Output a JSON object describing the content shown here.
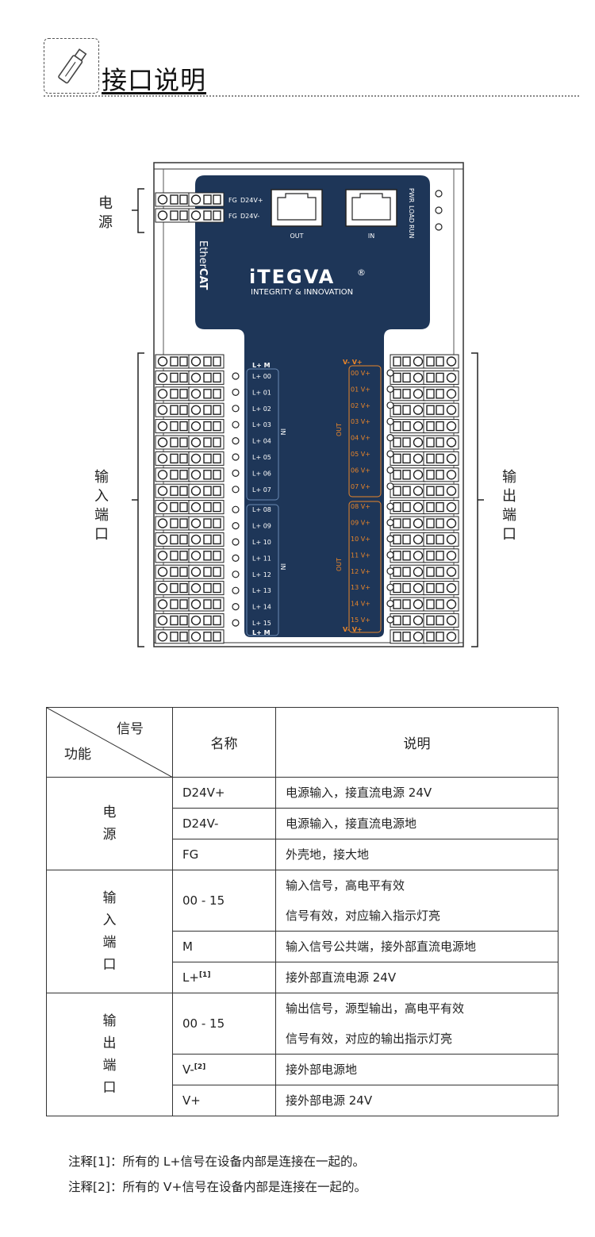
{
  "header": {
    "title": "接口说明"
  },
  "diagram": {
    "side_labels": {
      "power": "电源",
      "input": "输入端口",
      "output": "输出端口"
    },
    "power_terminals": [
      "FG",
      "D24V+",
      "FG",
      "D24V-"
    ],
    "ports": {
      "out": "OUT",
      "in": "IN"
    },
    "leds": [
      "PWR",
      "LOAD",
      "RUN"
    ],
    "bus_text": {
      "prefix": "Ether",
      "suffix": "CAT"
    },
    "brand": {
      "logo": "iTEGVA",
      "reg": "®",
      "tagline": "INTEGRITY & INNOVATION"
    },
    "in_header": "L+  M",
    "in_footer": "L+  M",
    "in_group_label": "IN",
    "in_prefix": "L+",
    "out_header": "V-  V+",
    "out_footer": "V-  V+",
    "out_group_label": "OUT",
    "out_suffix": "V+",
    "channels": [
      "00",
      "01",
      "02",
      "03",
      "04",
      "05",
      "06",
      "07",
      "08",
      "09",
      "10",
      "11",
      "12",
      "13",
      "14",
      "15"
    ]
  },
  "table": {
    "header": {
      "signal": "信号",
      "function": "功能",
      "name": "名称",
      "desc": "说明"
    },
    "groups": [
      {
        "func": "电源",
        "rows": [
          {
            "name": "D24V+",
            "desc": [
              "电源输入，接直流电源 24V"
            ]
          },
          {
            "name": "D24V-",
            "desc": [
              "电源输入，接直流电源地"
            ]
          },
          {
            "name": "FG",
            "desc": [
              "外壳地，接大地"
            ]
          }
        ]
      },
      {
        "func": "输入端口",
        "rows": [
          {
            "name": "00 - 15",
            "desc": [
              "输入信号，高电平有效",
              "信号有效，对应输入指示灯亮"
            ]
          },
          {
            "name": "M",
            "desc": [
              "输入信号公共端，接外部直流电源地"
            ]
          },
          {
            "name": "L+",
            "sup": "[1]",
            "desc": [
              "接外部直流电源 24V"
            ]
          }
        ]
      },
      {
        "func": "输出端口",
        "rows": [
          {
            "name": "00 - 15",
            "desc": [
              "输出信号，源型输出，高电平有效",
              "信号有效，对应的输出指示灯亮"
            ]
          },
          {
            "name": "V-",
            "sup": "[2]",
            "desc": [
              "接外部电源地"
            ]
          },
          {
            "name": "V+",
            "desc": [
              "接外部电源 24V"
            ]
          }
        ]
      }
    ]
  },
  "notes": [
    "注释[1]：所有的 L+信号在设备内部是连接在一起的。",
    "注释[2]：所有的 V+信号在设备内部是连接在一起的。"
  ],
  "colors": {
    "panel": "#1e3658",
    "brand_orange": "#e8852a",
    "text_on_panel": "#ffffff"
  }
}
